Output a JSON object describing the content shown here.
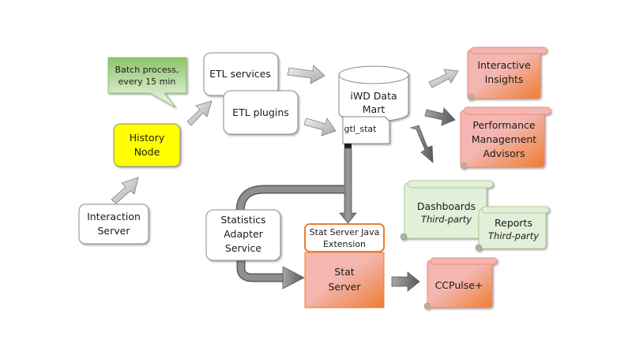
{
  "nodes": {
    "batch_note": {
      "lines": [
        "Batch process,",
        "every 15 min"
      ]
    },
    "history_node": {
      "lines": [
        "History",
        "Node"
      ]
    },
    "interaction_server": {
      "lines": [
        "Interaction",
        "Server"
      ]
    },
    "etl_services": {
      "label": "ETL services"
    },
    "etl_plugins": {
      "label": "ETL plugins"
    },
    "iwd_data_mart": {
      "lines": [
        "iWD Data",
        "Mart"
      ]
    },
    "gtl_stat": {
      "label": "gtl_stat"
    },
    "interactive_insights": {
      "lines": [
        "Interactive",
        "Insights"
      ]
    },
    "performance_management_advisors": {
      "lines": [
        "Performance",
        "Management",
        "Advisors"
      ]
    },
    "dashboards": {
      "label": "Dashboards",
      "sub": "Third-party"
    },
    "reports": {
      "label": "Reports",
      "sub": "Third-party"
    },
    "statistics_adapter_service": {
      "lines": [
        "Statistics",
        "Adapter",
        "Service"
      ]
    },
    "stat_server_java_extension": {
      "lines": [
        "Stat Server Java",
        "Extension"
      ]
    },
    "stat_server": {
      "lines": [
        "Stat",
        "Server"
      ]
    },
    "ccpulse": {
      "label": "CCPulse+"
    }
  },
  "colors": {
    "history_node_fill": "#ffff00",
    "note_green": "#a9d08e",
    "scroll_red": "#f4b6b0",
    "scroll_orange": "#ed7d31",
    "scroll_green": "#e2efd9",
    "arrow_gray": "#7f7f7f",
    "arrow_light": "#d9d9d9"
  }
}
